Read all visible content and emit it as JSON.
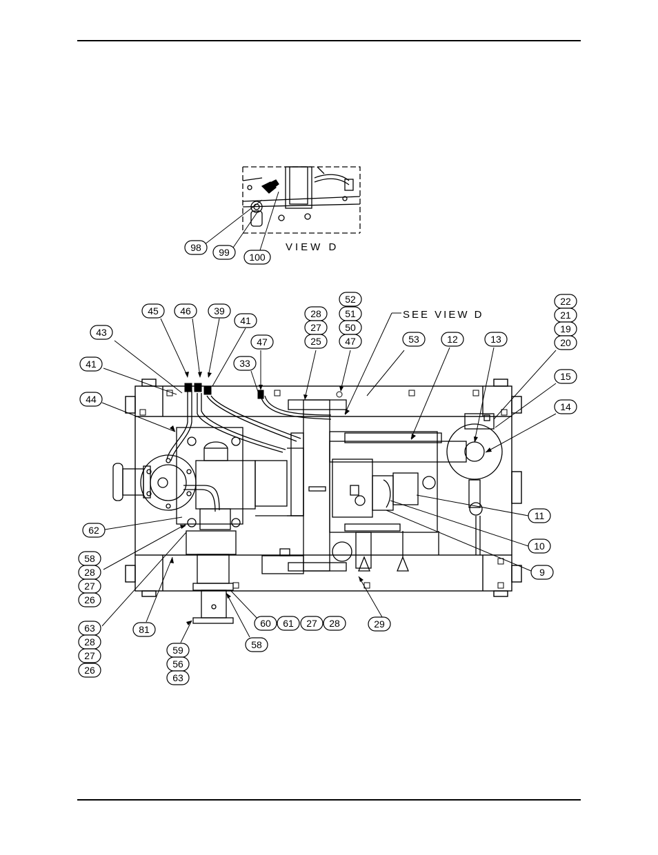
{
  "view_d": {
    "title": "VIEW D",
    "callouts": [
      "98",
      "99",
      "100"
    ]
  },
  "main_view": {
    "reference_note": "SEE VIEW D",
    "callouts": [
      "45",
      "46",
      "39",
      "41",
      "43",
      "41",
      "44",
      "47",
      "33",
      "28",
      "27",
      "25",
      "52",
      "51",
      "50",
      "47",
      "53",
      "12",
      "13",
      "22",
      "21",
      "19",
      "20",
      "15",
      "14",
      "11",
      "10",
      "9",
      "62",
      "58",
      "28",
      "27",
      "26",
      "63",
      "28",
      "27",
      "26",
      "81",
      "59",
      "56",
      "63",
      "58",
      "60",
      "61",
      "27",
      "28",
      "29"
    ]
  }
}
